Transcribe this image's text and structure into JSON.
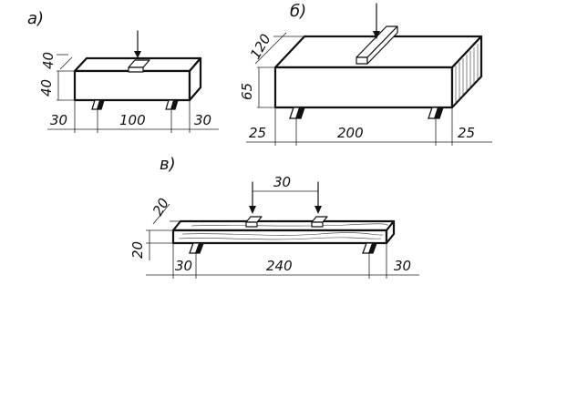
{
  "figures": {
    "a": {
      "label": "а)",
      "dims": {
        "depth": "40",
        "height": "40",
        "left_overhang": "30",
        "span": "100",
        "right_overhang": "30"
      }
    },
    "b": {
      "label": "б)",
      "dims": {
        "depth": "120",
        "height": "65",
        "left_overhang": "25",
        "span": "200",
        "right_overhang": "25"
      }
    },
    "c": {
      "label": "в)",
      "dims": {
        "depth": "20",
        "height": "20",
        "load_spacing": "30",
        "left_overhang": "30",
        "span": "240",
        "right_overhang": "30"
      }
    }
  }
}
